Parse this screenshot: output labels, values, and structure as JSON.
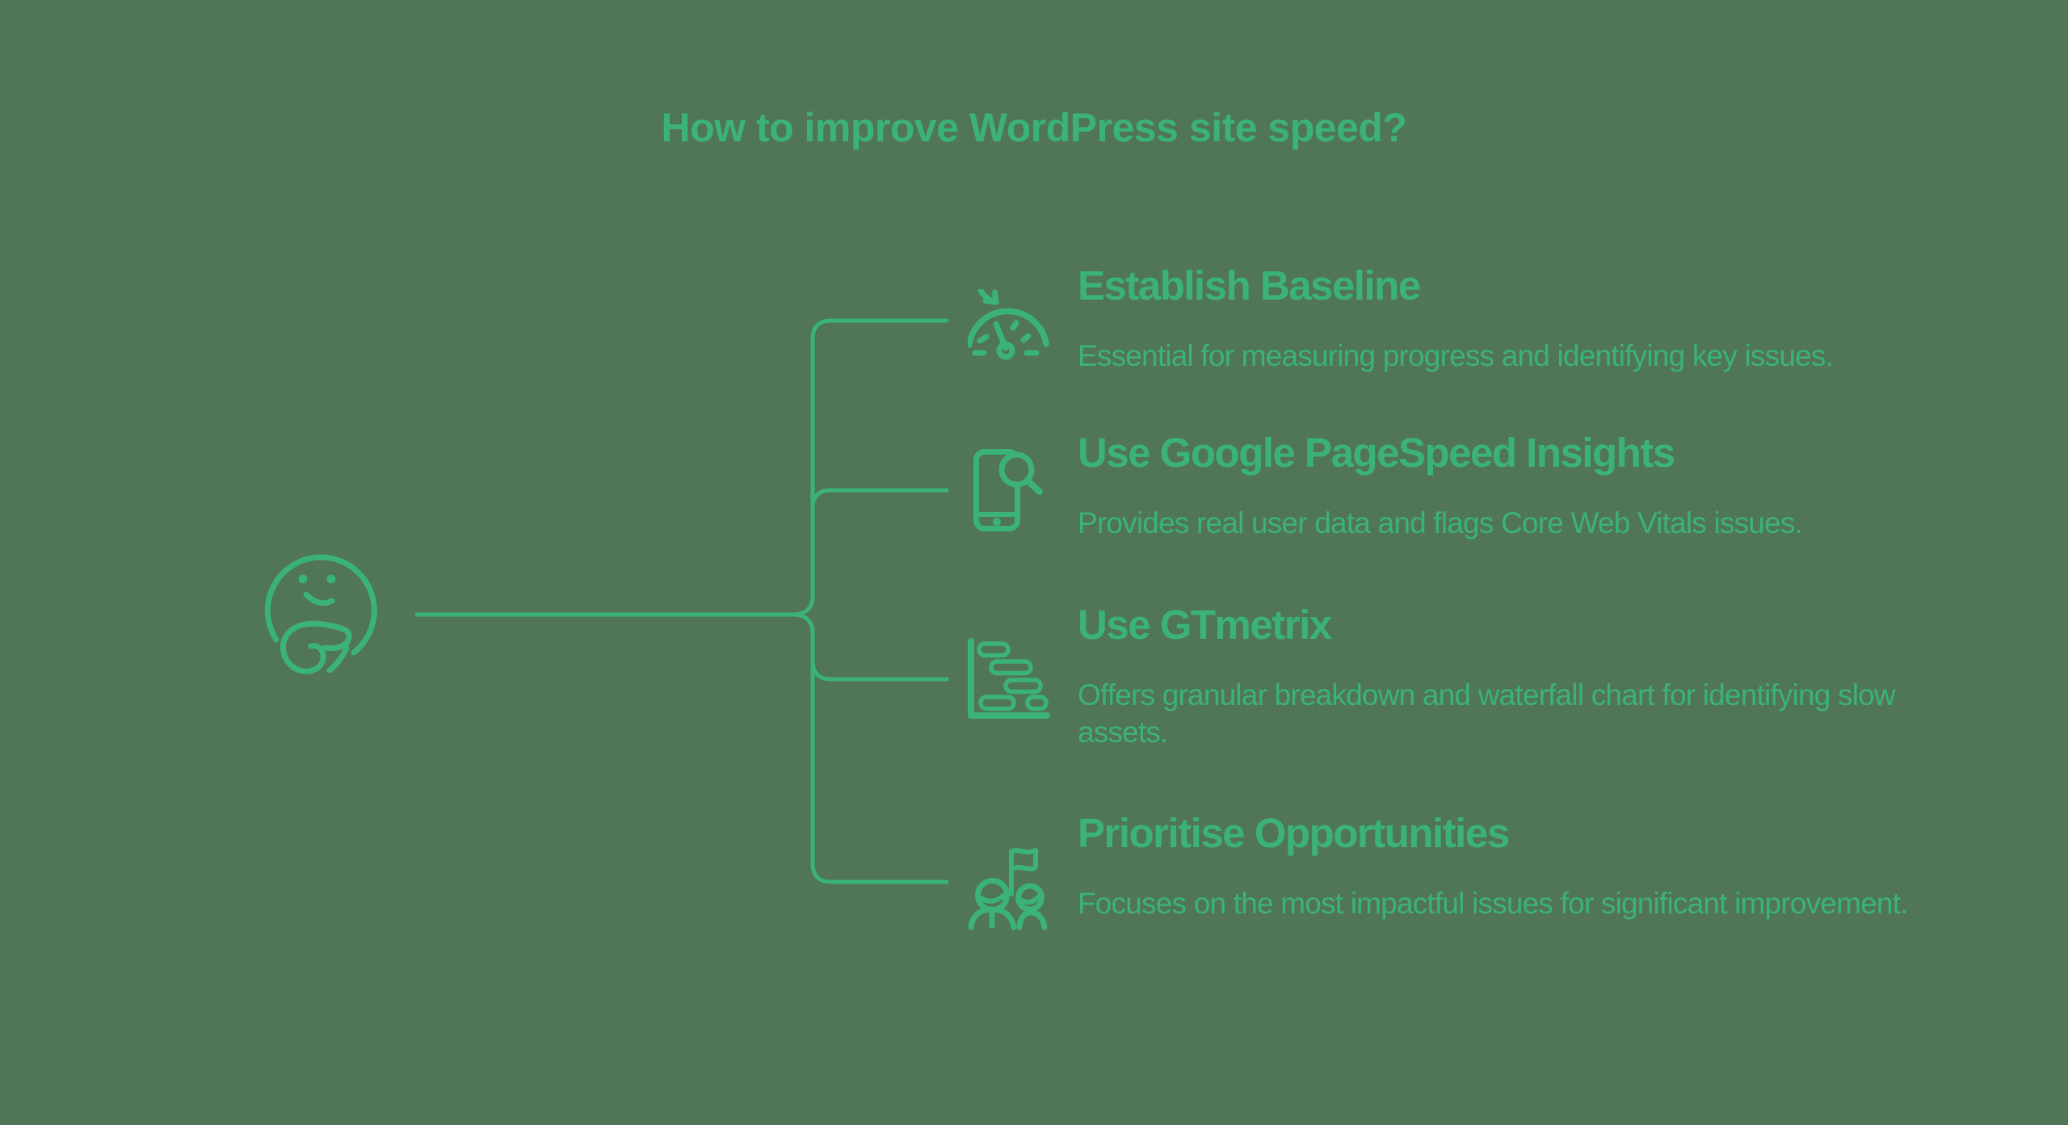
{
  "title": "How to improve WordPress site speed?",
  "root": {
    "icon": "thinking-face-icon"
  },
  "items": [
    {
      "icon": "speedometer-icon",
      "title": "Establish Baseline",
      "description": "Essential for measuring progress and identifying key issues."
    },
    {
      "icon": "phone-search-icon",
      "title": "Use Google PageSpeed Insights",
      "description": "Provides real user data and flags Core Web Vitals issues."
    },
    {
      "icon": "waterfall-chart-icon",
      "title": "Use GTmetrix",
      "description": "Offers granular breakdown and waterfall chart for identifying slow assets."
    },
    {
      "icon": "team-flag-icon",
      "title": "Prioritise Opportunities",
      "description": "Focuses on the most impactful issues for significant improvement."
    }
  ],
  "colors": {
    "background": "#517557",
    "accent": "#3bb377"
  }
}
